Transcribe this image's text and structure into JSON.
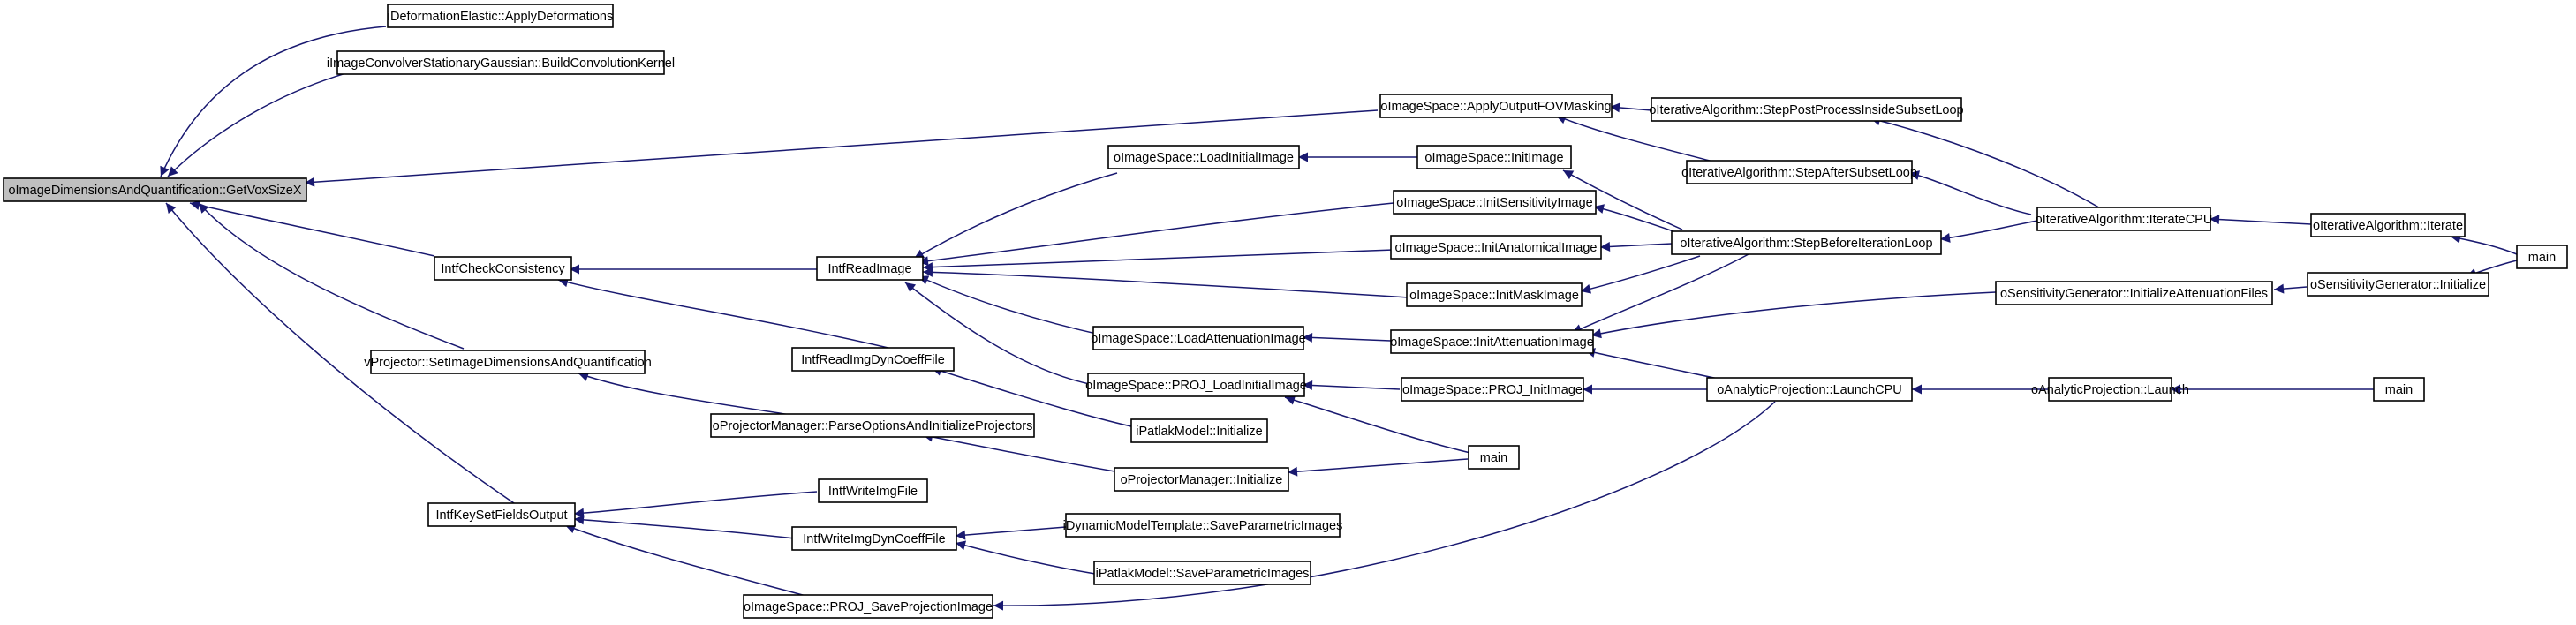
{
  "diagram": {
    "type": "doxygen-caller-graph",
    "edge_color": "#191970",
    "root_fill": "#bfbfbf",
    "nodes": [
      {
        "id": "n0",
        "label": "oImageDimensionsAndQuantification::GetVoxSizeX",
        "root": true
      },
      {
        "id": "n1",
        "label": "iDeformationElastic::ApplyDeformations"
      },
      {
        "id": "n2",
        "label": "iImageConvolverStationaryGaussian::BuildConvolutionKernel"
      },
      {
        "id": "n3",
        "label": "IntfCheckConsistency"
      },
      {
        "id": "n4",
        "label": "vProjector::SetImageDimensionsAndQuantification"
      },
      {
        "id": "n5",
        "label": "IntfKeySetFieldsOutput"
      },
      {
        "id": "n6",
        "label": "oImageSpace::ApplyOutputFOVMasking"
      },
      {
        "id": "n7",
        "label": "IntfReadImage"
      },
      {
        "id": "n8",
        "label": "IntfReadImgDynCoeffFile"
      },
      {
        "id": "n9",
        "label": "oProjectorManager::ParseOptionsAndInitializeProjectors"
      },
      {
        "id": "n10",
        "label": "IntfWriteImgFile"
      },
      {
        "id": "n11",
        "label": "IntfWriteImgDynCoeffFile"
      },
      {
        "id": "n12",
        "label": "oImageSpace::PROJ_SaveProjectionImage"
      },
      {
        "id": "n13",
        "label": "oImageSpace::LoadInitialImage"
      },
      {
        "id": "n14",
        "label": "oImageSpace::InitSensitivityImage"
      },
      {
        "id": "n15",
        "label": "oImageSpace::InitAnatomicalImage"
      },
      {
        "id": "n16",
        "label": "oImageSpace::InitMaskImage"
      },
      {
        "id": "n17",
        "label": "oImageSpace::LoadAttenuationImage"
      },
      {
        "id": "n18",
        "label": "oImageSpace::PROJ_LoadInitialImage"
      },
      {
        "id": "n19",
        "label": "iPatlakModel::Initialize"
      },
      {
        "id": "n20",
        "label": "oProjectorManager::Initialize"
      },
      {
        "id": "n21",
        "label": "iDynamicModelTemplate::SaveParametricImages"
      },
      {
        "id": "n22",
        "label": "iPatlakModel::SaveParametricImages"
      },
      {
        "id": "n23",
        "label": "oIterativeAlgorithm::StepPostProcessInsideSubsetLoop"
      },
      {
        "id": "n24",
        "label": "oImageSpace::InitImage"
      },
      {
        "id": "n25",
        "label": "oIterativeAlgorithm::StepAfterSubsetLoop"
      },
      {
        "id": "n26",
        "label": "oIterativeAlgorithm::StepBeforeIterationLoop"
      },
      {
        "id": "n27",
        "label": "oImageSpace::InitAttenuationImage"
      },
      {
        "id": "n28",
        "label": "oImageSpace::PROJ_InitImage"
      },
      {
        "id": "n29",
        "label": "main"
      },
      {
        "id": "n30",
        "label": "oIterativeAlgorithm::IterateCPU"
      },
      {
        "id": "n31",
        "label": "oSensitivityGenerator::InitializeAttenuationFiles"
      },
      {
        "id": "n32",
        "label": "oAnalyticProjection::LaunchCPU"
      },
      {
        "id": "n33",
        "label": "oIterativeAlgorithm::Iterate"
      },
      {
        "id": "n34",
        "label": "oSensitivityGenerator::Initialize"
      },
      {
        "id": "n35",
        "label": "oAnalyticProjection::Launch"
      },
      {
        "id": "n36",
        "label": "main"
      },
      {
        "id": "n37",
        "label": "main"
      }
    ],
    "edges": [
      {
        "from": "n1",
        "to": "n0"
      },
      {
        "from": "n2",
        "to": "n0"
      },
      {
        "from": "n6",
        "to": "n0"
      },
      {
        "from": "n3",
        "to": "n0"
      },
      {
        "from": "n4",
        "to": "n0"
      },
      {
        "from": "n5",
        "to": "n0"
      },
      {
        "from": "n7",
        "to": "n3"
      },
      {
        "from": "n8",
        "to": "n3"
      },
      {
        "from": "n9",
        "to": "n4"
      },
      {
        "from": "n10",
        "to": "n5"
      },
      {
        "from": "n11",
        "to": "n5"
      },
      {
        "from": "n12",
        "to": "n5"
      },
      {
        "from": "n13",
        "to": "n7"
      },
      {
        "from": "n14",
        "to": "n7"
      },
      {
        "from": "n15",
        "to": "n7"
      },
      {
        "from": "n16",
        "to": "n7"
      },
      {
        "from": "n17",
        "to": "n7"
      },
      {
        "from": "n18",
        "to": "n7"
      },
      {
        "from": "n19",
        "to": "n8"
      },
      {
        "from": "n20",
        "to": "n9"
      },
      {
        "from": "n21",
        "to": "n11"
      },
      {
        "from": "n22",
        "to": "n11"
      },
      {
        "from": "n23",
        "to": "n6"
      },
      {
        "from": "n25",
        "to": "n6"
      },
      {
        "from": "n24",
        "to": "n13"
      },
      {
        "from": "n26",
        "to": "n14"
      },
      {
        "from": "n26",
        "to": "n15"
      },
      {
        "from": "n26",
        "to": "n16"
      },
      {
        "from": "n26",
        "to": "n24"
      },
      {
        "from": "n27",
        "to": "n17"
      },
      {
        "from": "n28",
        "to": "n18"
      },
      {
        "from": "n29",
        "to": "n18"
      },
      {
        "from": "n29",
        "to": "n20"
      },
      {
        "from": "n32",
        "to": "n12"
      },
      {
        "from": "n32",
        "to": "n28"
      },
      {
        "from": "n32",
        "to": "n27"
      },
      {
        "from": "n26",
        "to": "n27"
      },
      {
        "from": "n31",
        "to": "n27"
      },
      {
        "from": "n30",
        "to": "n23"
      },
      {
        "from": "n30",
        "to": "n25"
      },
      {
        "from": "n30",
        "to": "n26"
      },
      {
        "from": "n33",
        "to": "n30"
      },
      {
        "from": "n34",
        "to": "n31"
      },
      {
        "from": "n35",
        "to": "n32"
      },
      {
        "from": "n36",
        "to": "n33"
      },
      {
        "from": "n36",
        "to": "n34"
      },
      {
        "from": "n37",
        "to": "n35"
      }
    ]
  }
}
